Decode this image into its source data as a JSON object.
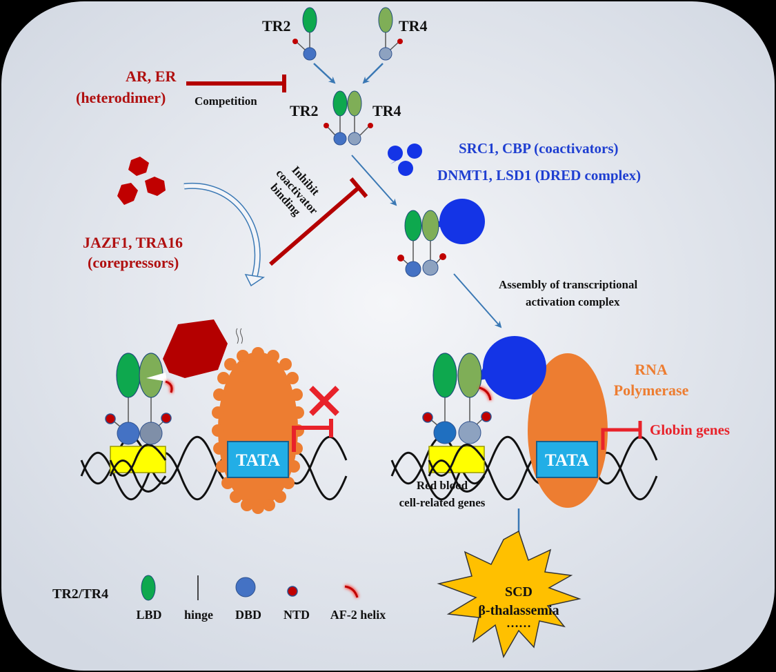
{
  "labels": {
    "tr2_top": "TR2",
    "tr4_top": "TR4",
    "ar_er": "AR, ER",
    "heterodimer": "(heterodimer)",
    "competition": "Competition",
    "tr2_mid": "TR2",
    "tr4_mid": "TR4",
    "coactivators": "SRC1, CBP (coactivators)",
    "dred": "DNMT1, LSD1 (DRED complex)",
    "inhibit_1": "Inhibit",
    "inhibit_2": "coactivator",
    "inhibit_3": "binding",
    "jazf1": "JAZF1, TRA16",
    "corepressors": "(corepressors)",
    "assembly_1": "Assembly of transcriptional",
    "assembly_2": "activation complex",
    "rna_1": "RNA",
    "rna_2": "Polymerase",
    "tata_left": "TATA",
    "tata_right": "TATA",
    "globin": "Globin genes",
    "rbc_1": "Red blood",
    "rbc_2": "cell-related genes",
    "scd": "SCD",
    "thal": "β-thalassemia",
    "dots": "……"
  },
  "legend": {
    "title": "TR2/TR4",
    "lbd": "LBD",
    "hinge": "hinge",
    "dbd": "DBD",
    "ntd": "NTD",
    "af2": "AF-2 helix"
  },
  "colors": {
    "background": "#dde2ea",
    "tr2_green": "#0ea84e",
    "tr4_green": "#7fae57",
    "dbd_blue": "#4472c4",
    "dbd_grey": "#8da2c0",
    "ntd_red": "#c00000",
    "coactivator_blue": "#1434e6",
    "corepressor_red": "#b40000",
    "label_blue": "#1f3fd1",
    "label_red": "#b01010",
    "polymerase_orange": "#ed7d31",
    "tata_cyan": "#22aee6",
    "dna_yellow": "#ffff00",
    "arrow_blue": "#3a78b4",
    "starburst": "#ffc000"
  }
}
